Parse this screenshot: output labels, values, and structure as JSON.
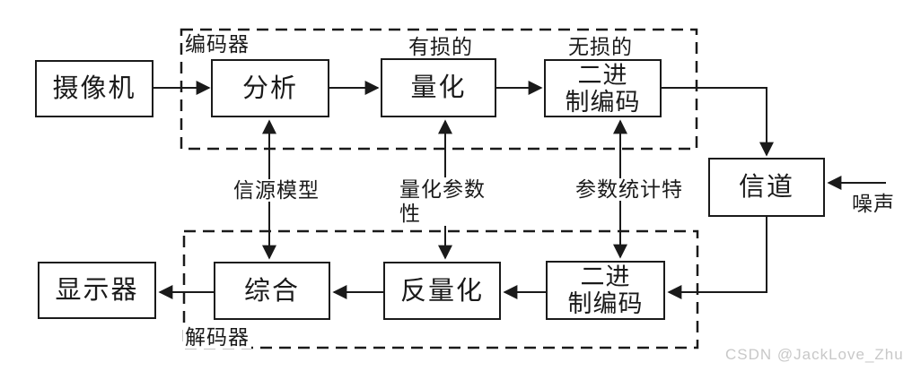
{
  "diagram": {
    "boxes": {
      "camera": "摄像机",
      "analysis": "分析",
      "quantization": "量化",
      "binary_encoder_line1": "二进",
      "binary_encoder_line2": "制编码",
      "channel": "信道",
      "display": "显示器",
      "synthesis": "综合",
      "inverse_quantization": "反量化",
      "binary_decoder_line1": "二进",
      "binary_decoder_line2": "制编码"
    },
    "labels": {
      "encoder_group": "编码器",
      "decoder_group": "解码器",
      "lossy": "有损的",
      "lossless": "无损的",
      "source_model": "信源模型",
      "quant_params_line1": "量化参数",
      "quant_params_line2": "性",
      "param_stats": "参数统计特",
      "noise": "噪声"
    },
    "colors": {
      "line": "#1a1a1a",
      "watermark": "#c8c8c8"
    }
  },
  "watermark": {
    "text": "CSDN @JackLove_Zhu"
  }
}
